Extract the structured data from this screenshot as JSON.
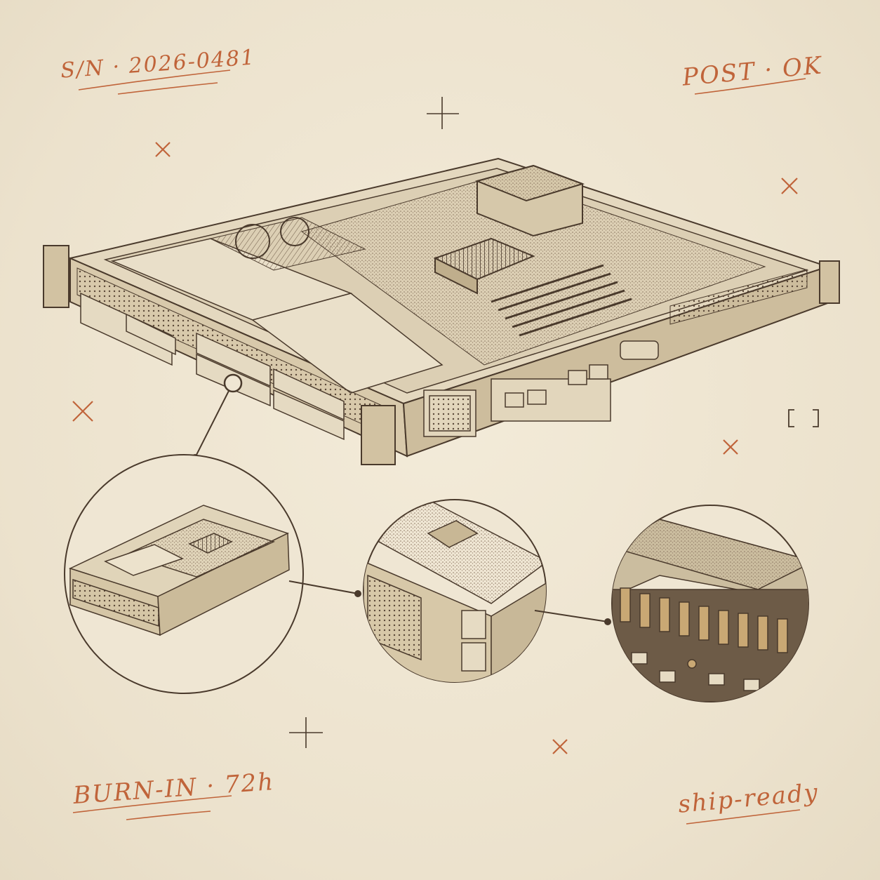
{
  "annotations": {
    "serial": "S/N · 2026-0481",
    "post": "POST · OK",
    "burn_in": "BURN-IN · 72h",
    "ship": "ship-ready"
  },
  "colors": {
    "paper": "#efe6d3",
    "ink": "#4a3a2c",
    "accent": "#c0643a"
  },
  "icons": [
    "cross-mark-icon",
    "crosshair-icon",
    "bracket-marker-icon"
  ]
}
